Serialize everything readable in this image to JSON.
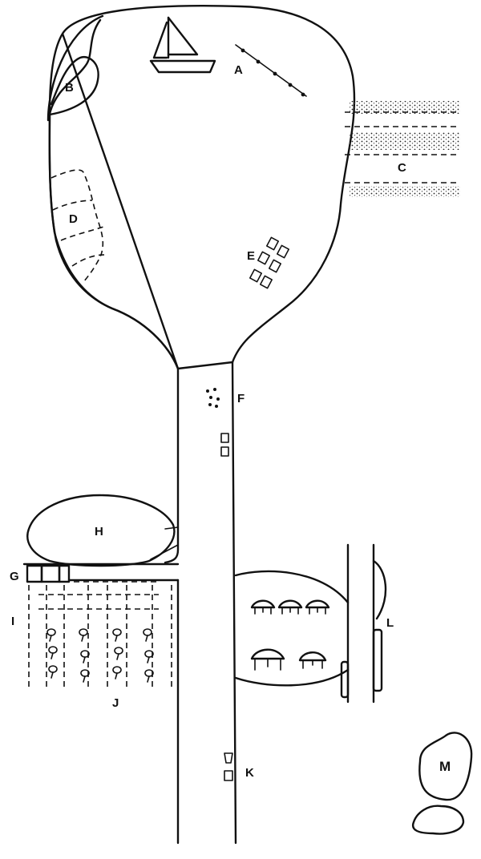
{
  "labels": {
    "A": "A",
    "B": "B",
    "C": "C",
    "D": "D",
    "E": "E",
    "F": "F",
    "G": "G",
    "H": "H",
    "I": "I",
    "J": "J",
    "K": "K",
    "L": "L",
    "M": "M"
  },
  "colors": {
    "ink": "#111111",
    "paper": "#ffffff"
  },
  "icons": [
    "sailboat-icon",
    "house-icon",
    "tree-icon",
    "marker-icon"
  ]
}
